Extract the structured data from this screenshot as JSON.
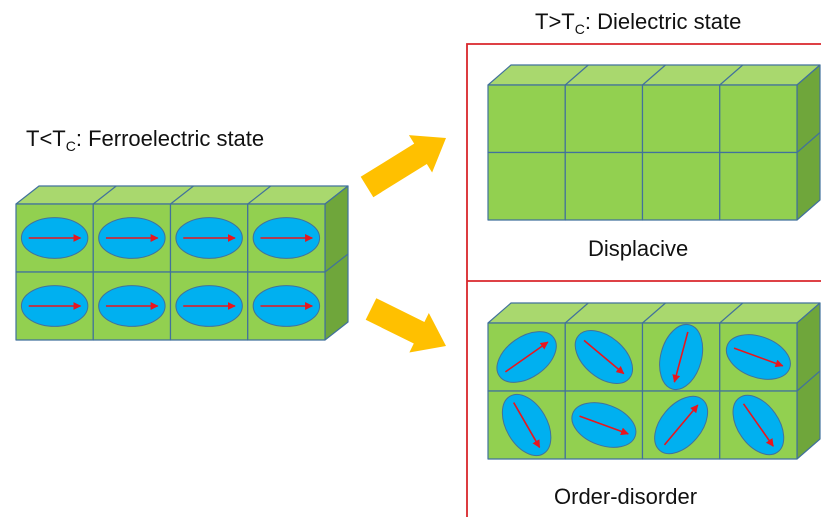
{
  "labels": {
    "ferro": {
      "prefix": "T<T",
      "sub": "C",
      "suffix": ": Ferroelectric state"
    },
    "dielectric": {
      "prefix": "T>T",
      "sub": "C",
      "suffix": ": Dielectric state"
    },
    "displacive": "Displacive",
    "order_disorder": "Order-disorder"
  },
  "colors": {
    "cube_front": "#92d050",
    "cube_top": "#a9d86e",
    "cube_side": "#6fa63b",
    "cube_edge": "#41719c",
    "dipole_fill": "#00b0f0",
    "dipole_arrow": "#e8161e",
    "transition_arrow": "#ffc000",
    "panel_border": "#d9262b"
  },
  "icons": {
    "dipole": "ellipse-with-arrow",
    "transition": "thick-block-arrow"
  },
  "states": {
    "ferroelectric": {
      "grid": {
        "rows": 2,
        "cols": 4
      },
      "dipole_angles_deg": [
        [
          0,
          0,
          0,
          0
        ],
        [
          0,
          0,
          0,
          0
        ]
      ]
    },
    "displacive": {
      "grid": {
        "rows": 2,
        "cols": 4
      },
      "dipole_angles_deg": []
    },
    "order_disorder": {
      "grid": {
        "rows": 2,
        "cols": 4
      },
      "dipole_angles_deg": [
        [
          -35,
          40,
          105,
          20
        ],
        [
          60,
          20,
          -50,
          55
        ]
      ]
    }
  }
}
